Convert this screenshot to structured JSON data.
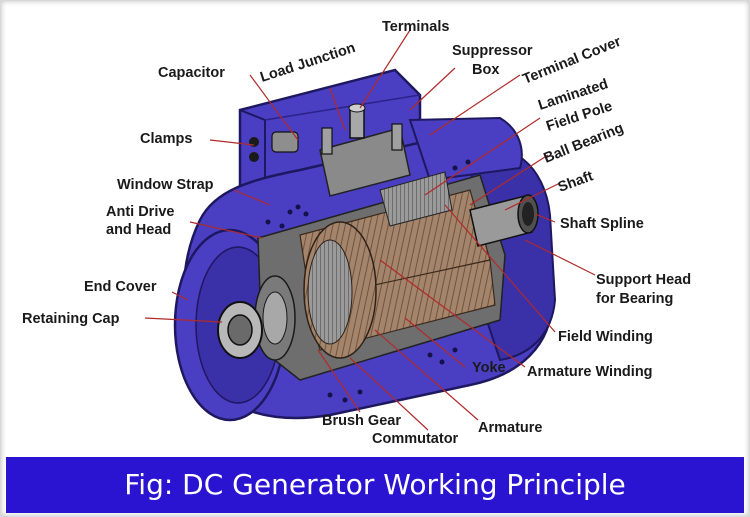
{
  "caption": "Fig: DC Generator Working Principle",
  "colors": {
    "casing": "#4a3fc2",
    "casing_dark": "#2a2288",
    "copper": "#9a7a62",
    "steel": "#8e8e8e",
    "leader": "#b02a2a",
    "caption_bg": "#2a14d2"
  },
  "labels": {
    "terminals": "Terminals",
    "load_junction": "Load Junction",
    "suppressor_box": [
      "Suppressor",
      "Box"
    ],
    "capacitor": "Capacitor",
    "terminal_cover": "Terminal Cover",
    "laminated_field_pole": [
      "Laminated",
      "Field Pole"
    ],
    "clamps": "Clamps",
    "ball_bearing": "Ball Bearing",
    "window_strap": "Window Strap",
    "shaft": "Shaft",
    "anti_drive_and_head": [
      "Anti Drive",
      "and Head"
    ],
    "shaft_spline": "Shaft Spline",
    "support_head_for_bearing": [
      "Support Head",
      "for Bearing"
    ],
    "end_cover": "End Cover",
    "retaining_cap": "Retaining Cap",
    "field_winding": "Field Winding",
    "yoke": "Yoke",
    "armature_winding": "Armature Winding",
    "brush_gear": "Brush Gear",
    "armature": "Armature",
    "commutator": "Commutator"
  }
}
